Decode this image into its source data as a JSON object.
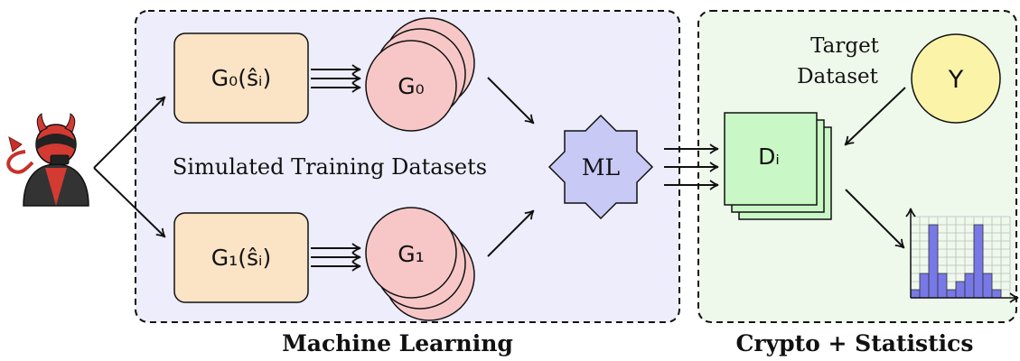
{
  "panels": {
    "ml_caption": "Machine Learning",
    "crypto_caption": "Crypto + Statistics"
  },
  "simulated_label": "Simulated Training Datasets",
  "generators": {
    "g0_box": "G₀(ŝᵢ)",
    "g1_box": "G₁(ŝᵢ)",
    "g0_stack": "G₀",
    "g1_stack": "G₁"
  },
  "ml_node": "ML",
  "dataset_stack": "Dᵢ",
  "target": {
    "label_line1": "Target",
    "label_line2": "Dataset",
    "node": "Y"
  },
  "histogram": {
    "type": "bar",
    "values": [
      1,
      3,
      9,
      3,
      1,
      2,
      3,
      9,
      3,
      1
    ],
    "ylim": [
      0,
      10
    ]
  },
  "colors": {
    "ml_panel_bg": "#ededfb",
    "crypto_panel_bg": "#eef9ec",
    "gen_box_fill": "#fbe3c6",
    "circle_fill": "#f7c7c7",
    "ml_star_fill": "#c9c9f6",
    "dataset_fill": "#c9f7c5",
    "target_fill": "#fbf3a8",
    "bar_fill": "#7878e6"
  },
  "icons": {
    "adversary": "devil-avatar-icon"
  }
}
